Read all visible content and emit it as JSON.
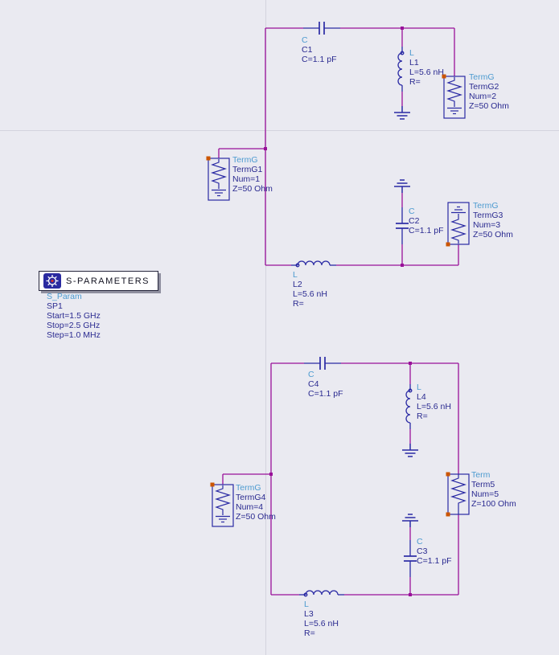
{
  "window": {
    "description": "ADS schematic canvas with S-parameter simulation of three LC matching networks"
  },
  "colors": {
    "background": "#eaeaf1",
    "wire": "#991199",
    "symbol": "#2a2aa4",
    "component_type_label": "#4d9bd0",
    "component_param_label": "#2a2a90",
    "pin_marker": "#cc5500",
    "page_boundary_line": "#d3d3de"
  },
  "sparams": {
    "title": "S-PARAMETERS",
    "lines": [
      "S_Param",
      "SP1",
      "Start=1.5 GHz",
      "Stop=2.5 GHz",
      "Step=1.0 MHz"
    ]
  },
  "components": {
    "C1": {
      "type": "C",
      "name": "C1",
      "params": [
        "C=1.1 pF"
      ]
    },
    "L1": {
      "type": "L",
      "name": "L1",
      "params": [
        "L=5.6 nH",
        "R="
      ]
    },
    "TermG1": {
      "type": "TermG",
      "name": "TermG1",
      "params": [
        "Num=1",
        "Z=50 Ohm"
      ]
    },
    "TermG2": {
      "type": "TermG",
      "name": "TermG2",
      "params": [
        "Num=2",
        "Z=50 Ohm"
      ]
    },
    "C2": {
      "type": "C",
      "name": "C2",
      "params": [
        "C=1.1 pF"
      ]
    },
    "TermG3": {
      "type": "TermG",
      "name": "TermG3",
      "params": [
        "Num=3",
        "Z=50 Ohm"
      ]
    },
    "L2": {
      "type": "L",
      "name": "L2",
      "params": [
        "L=5.6 nH",
        "R="
      ]
    },
    "C4": {
      "type": "C",
      "name": "C4",
      "params": [
        "C=1.1 pF"
      ]
    },
    "L4": {
      "type": "L",
      "name": "L4",
      "params": [
        "L=5.6 nH",
        "R="
      ]
    },
    "TermG4": {
      "type": "TermG",
      "name": "TermG4",
      "params": [
        "Num=4",
        "Z=50 Ohm"
      ]
    },
    "Term5": {
      "type": "Term",
      "name": "Term5",
      "params": [
        "Num=5",
        "Z=100 Ohm"
      ]
    },
    "C3": {
      "type": "C",
      "name": "C3",
      "params": [
        "C=1.1 pF"
      ]
    },
    "L3": {
      "type": "L",
      "name": "L3",
      "params": [
        "L=5.6 nH",
        "R="
      ]
    }
  }
}
